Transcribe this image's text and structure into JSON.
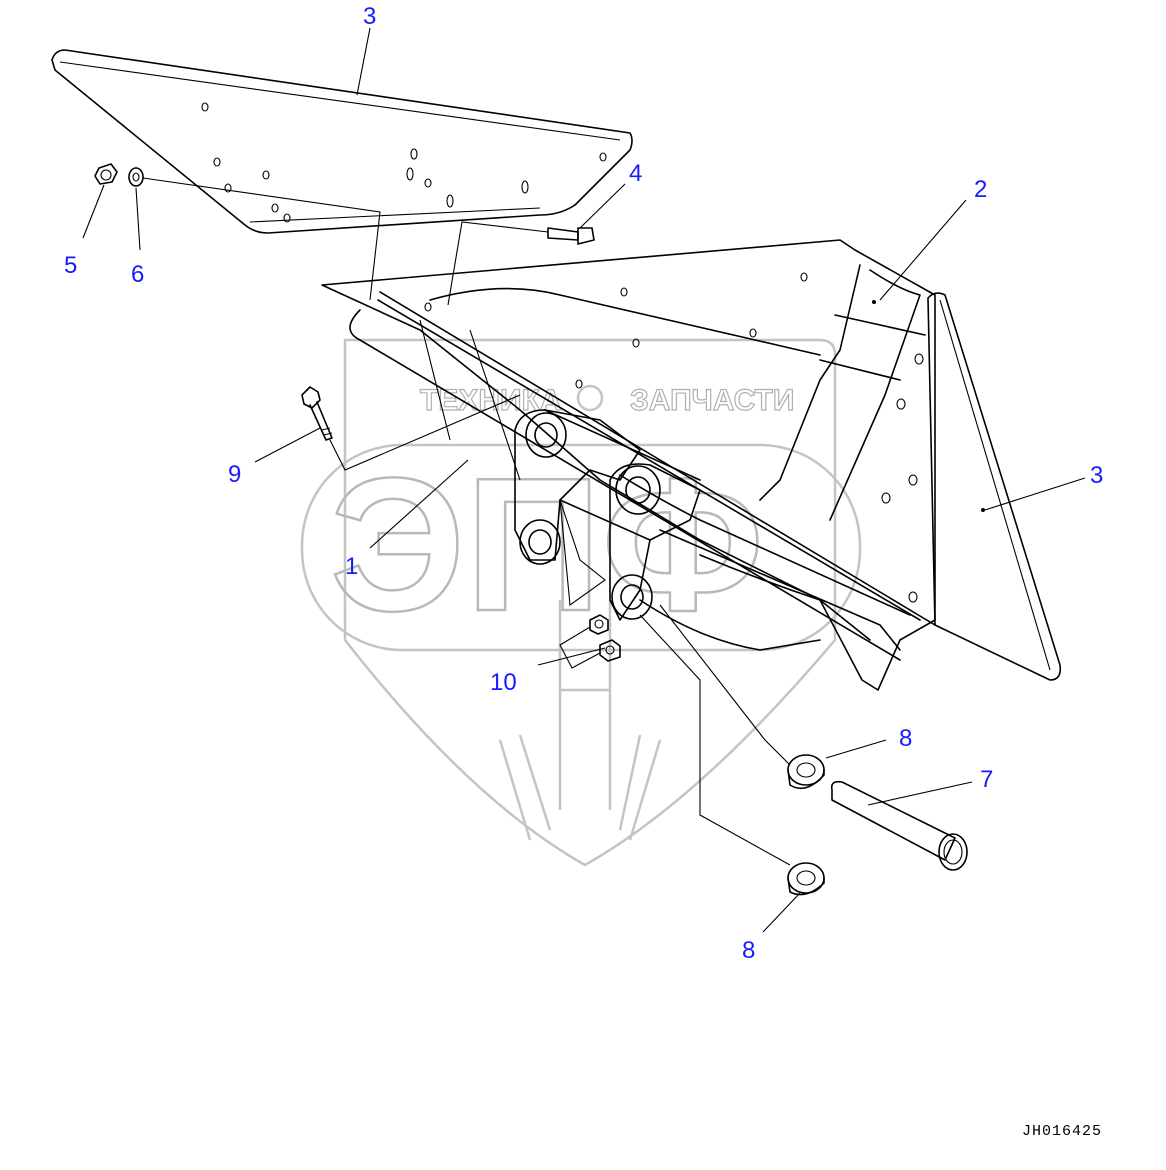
{
  "watermark": {
    "top_text": "ТЕХНИКА",
    "top_text_right": "ЗАПЧАСТИ",
    "big_letters": "ЭПФ"
  },
  "callouts": [
    {
      "id": "c3a",
      "label": "3"
    },
    {
      "id": "c4",
      "label": "4"
    },
    {
      "id": "c5",
      "label": "5"
    },
    {
      "id": "c6",
      "label": "6"
    },
    {
      "id": "c2",
      "label": "2"
    },
    {
      "id": "c3b",
      "label": "3"
    },
    {
      "id": "c9",
      "label": "9"
    },
    {
      "id": "c1",
      "label": "1"
    },
    {
      "id": "c10",
      "label": "10"
    },
    {
      "id": "c8a",
      "label": "8"
    },
    {
      "id": "c7",
      "label": "7"
    },
    {
      "id": "c8b",
      "label": "8"
    }
  ],
  "drawing_reference": "JH016425"
}
